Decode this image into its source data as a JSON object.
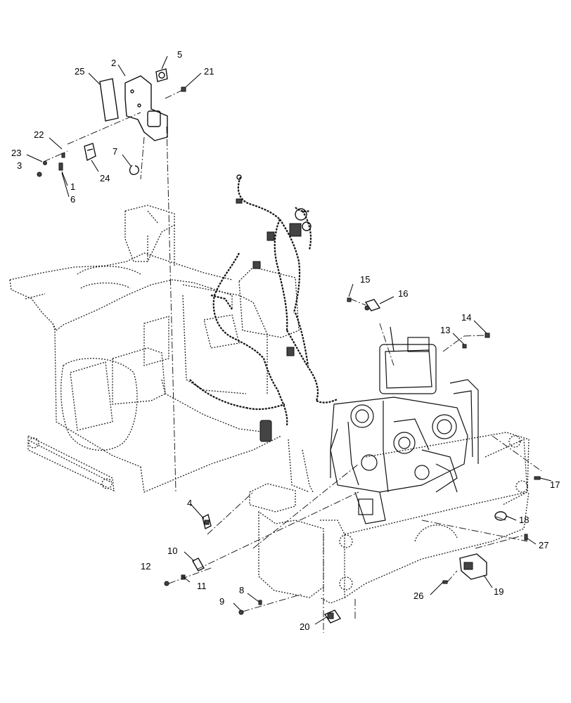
{
  "diagram": {
    "callouts": [
      {
        "id": "c1",
        "label": "1"
      },
      {
        "id": "c2",
        "label": "2"
      },
      {
        "id": "c3",
        "label": "3"
      },
      {
        "id": "c4",
        "label": "4"
      },
      {
        "id": "c5",
        "label": "5"
      },
      {
        "id": "c6",
        "label": "6"
      },
      {
        "id": "c7",
        "label": "7"
      },
      {
        "id": "c8",
        "label": "8"
      },
      {
        "id": "c9",
        "label": "9"
      },
      {
        "id": "c10",
        "label": "10"
      },
      {
        "id": "c11",
        "label": "11"
      },
      {
        "id": "c12",
        "label": "12"
      },
      {
        "id": "c13",
        "label": "13"
      },
      {
        "id": "c14",
        "label": "14"
      },
      {
        "id": "c15",
        "label": "15"
      },
      {
        "id": "c16",
        "label": "16"
      },
      {
        "id": "c17",
        "label": "17"
      },
      {
        "id": "c18",
        "label": "18"
      },
      {
        "id": "c19",
        "label": "19"
      },
      {
        "id": "c20",
        "label": "20"
      },
      {
        "id": "c21",
        "label": "21"
      },
      {
        "id": "c22",
        "label": "22"
      },
      {
        "id": "c23",
        "label": "23"
      },
      {
        "id": "c24",
        "label": "24"
      },
      {
        "id": "c25",
        "label": "25"
      },
      {
        "id": "c26",
        "label": "26"
      },
      {
        "id": "c27",
        "label": "27"
      }
    ]
  }
}
